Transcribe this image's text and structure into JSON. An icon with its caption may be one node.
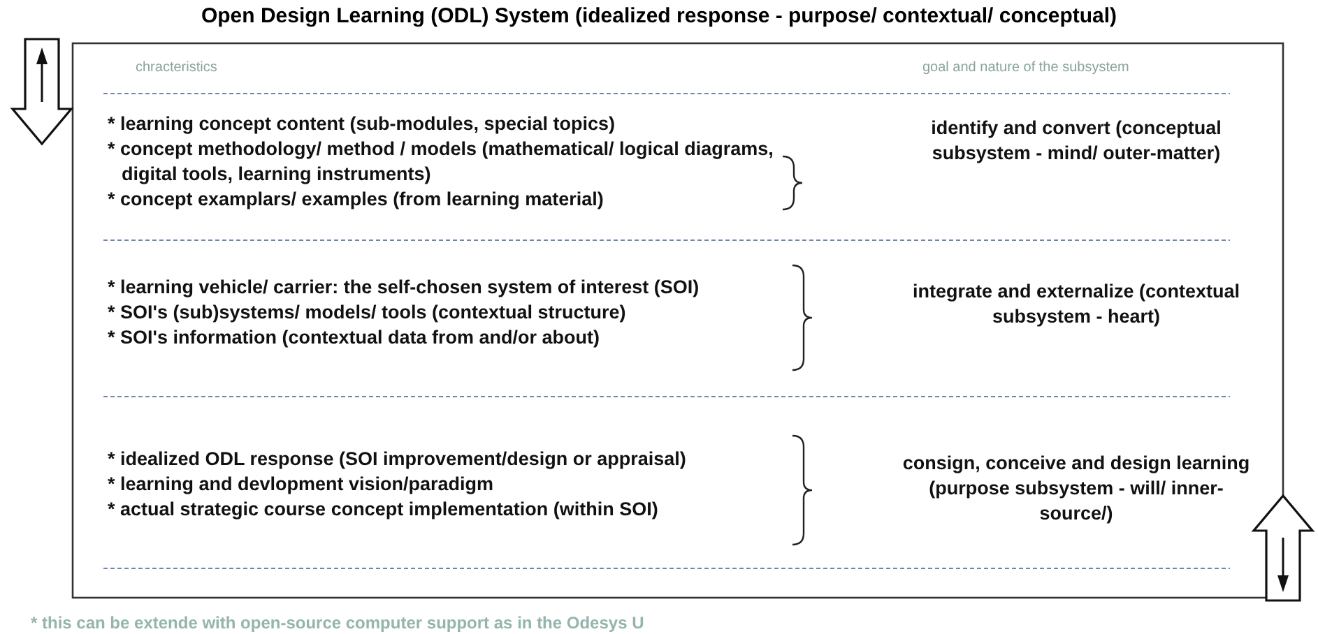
{
  "diagram": {
    "title": "Open Design Learning (ODL) System (idealized response - purpose/ contextual/ conceptual)",
    "caption": "* this can be extende with open-source computer support as in the Odesys U",
    "labels": [
      "chracteristics",
      "goal and nature of the subsystem",
      "* learning concept content (sub-modules, special topics)",
      "* concept methodology/ method / models (mathematical/ logical diagrams, digital tools, learning instruments)",
      "* concept examplars/ examples (from learning material)",
      "identify and convert (conceptual subsystem - mind/ outer-matter)",
      "* learning vehicle/ carrier: the self-chosen system of interest (SOI)",
      "* SOI's (sub)systems/ models/ tools (contextual structure)",
      "* SOI's information (contextual data from and/or about)",
      "integrate and externalize (contextual subsystem - heart)",
      "* idealized ODL response (SOI improvement/design or appraisal)",
      "* learning and devlopment vision/paradigm",
      "* actual strategic course concept implementation (within SOI)",
      "consign, conceive and design learning (purpose subsystem - will/ inner-source/)"
    ]
  }
}
